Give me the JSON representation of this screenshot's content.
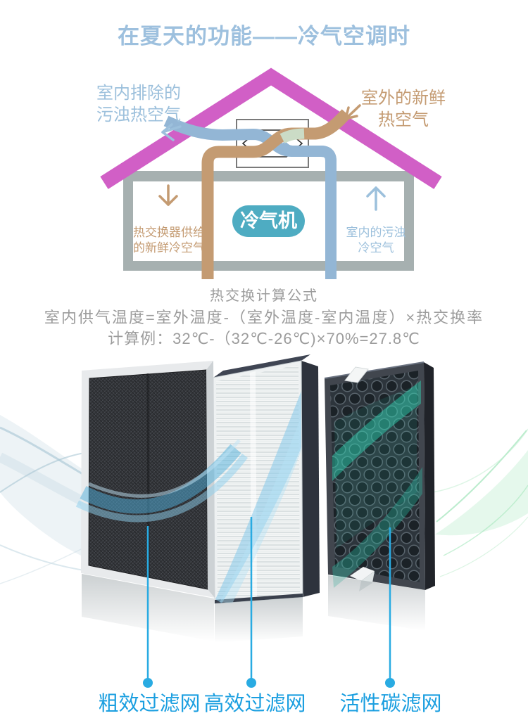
{
  "title": {
    "text": "在夏天的功能——冷气空调时",
    "color": "#9dc0de"
  },
  "house_diagram": {
    "exhaust_label": {
      "line1": "室内排除的",
      "line2": "污浊热空气",
      "color": "#9cc0dc"
    },
    "intake_label": {
      "line1": "室外的新鲜",
      "line2": "热空气",
      "color": "#c49b72"
    },
    "supply_label": {
      "line1": "热交换器供给",
      "line2": "的新鲜冷空气",
      "color": "#c49b72"
    },
    "return_label": {
      "line1": "室内的污浊",
      "line2": "冷空气",
      "color": "#9cc0dc"
    },
    "unit_button": {
      "label": "冷气机",
      "bg_color": "#4eacc2",
      "text_color": "#ffffff"
    },
    "colors": {
      "roof": "#d15fc6",
      "cold_air_pipe": "#93b6d5",
      "hot_air_pipe": "#c49b72",
      "wall": "#a6b0b0",
      "exchanged_air": "#cbdcc6"
    }
  },
  "formula": {
    "heading": "热交换计算公式",
    "equation": "室内供气温度=室外温度-（室外温度-室内温度）×热交换率",
    "example": "计算例：32℃-（32℃-26℃)×70%=27.8℃",
    "text_color": "#9c9c9c"
  },
  "filters": {
    "labels": [
      "粗效过滤网",
      "高效过滤网",
      "活性碳滤网"
    ],
    "label_color": "#1b9fe0",
    "pointer_color": "#29abe2"
  }
}
